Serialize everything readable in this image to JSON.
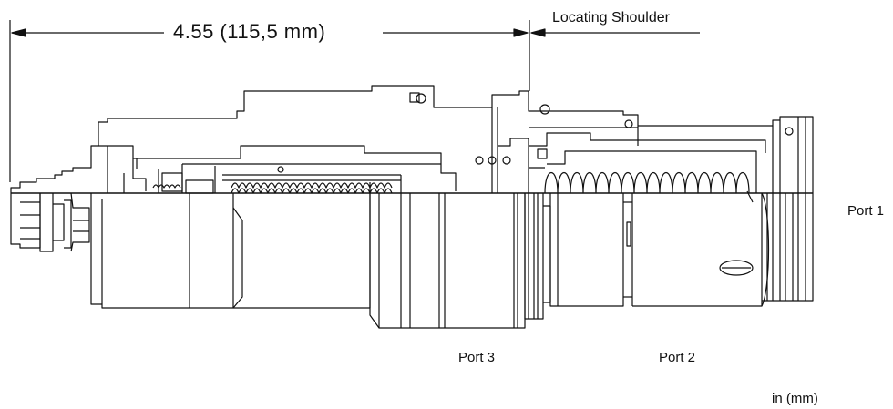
{
  "dimension": {
    "label": "4.55 (115,5 mm)"
  },
  "callouts": {
    "locating_shoulder": "Locating Shoulder",
    "port1": "Port 1",
    "port2": "Port 2",
    "port3": "Port 3"
  },
  "units": "in (mm)",
  "colors": {
    "line": "#111111",
    "background": "#ffffff"
  }
}
